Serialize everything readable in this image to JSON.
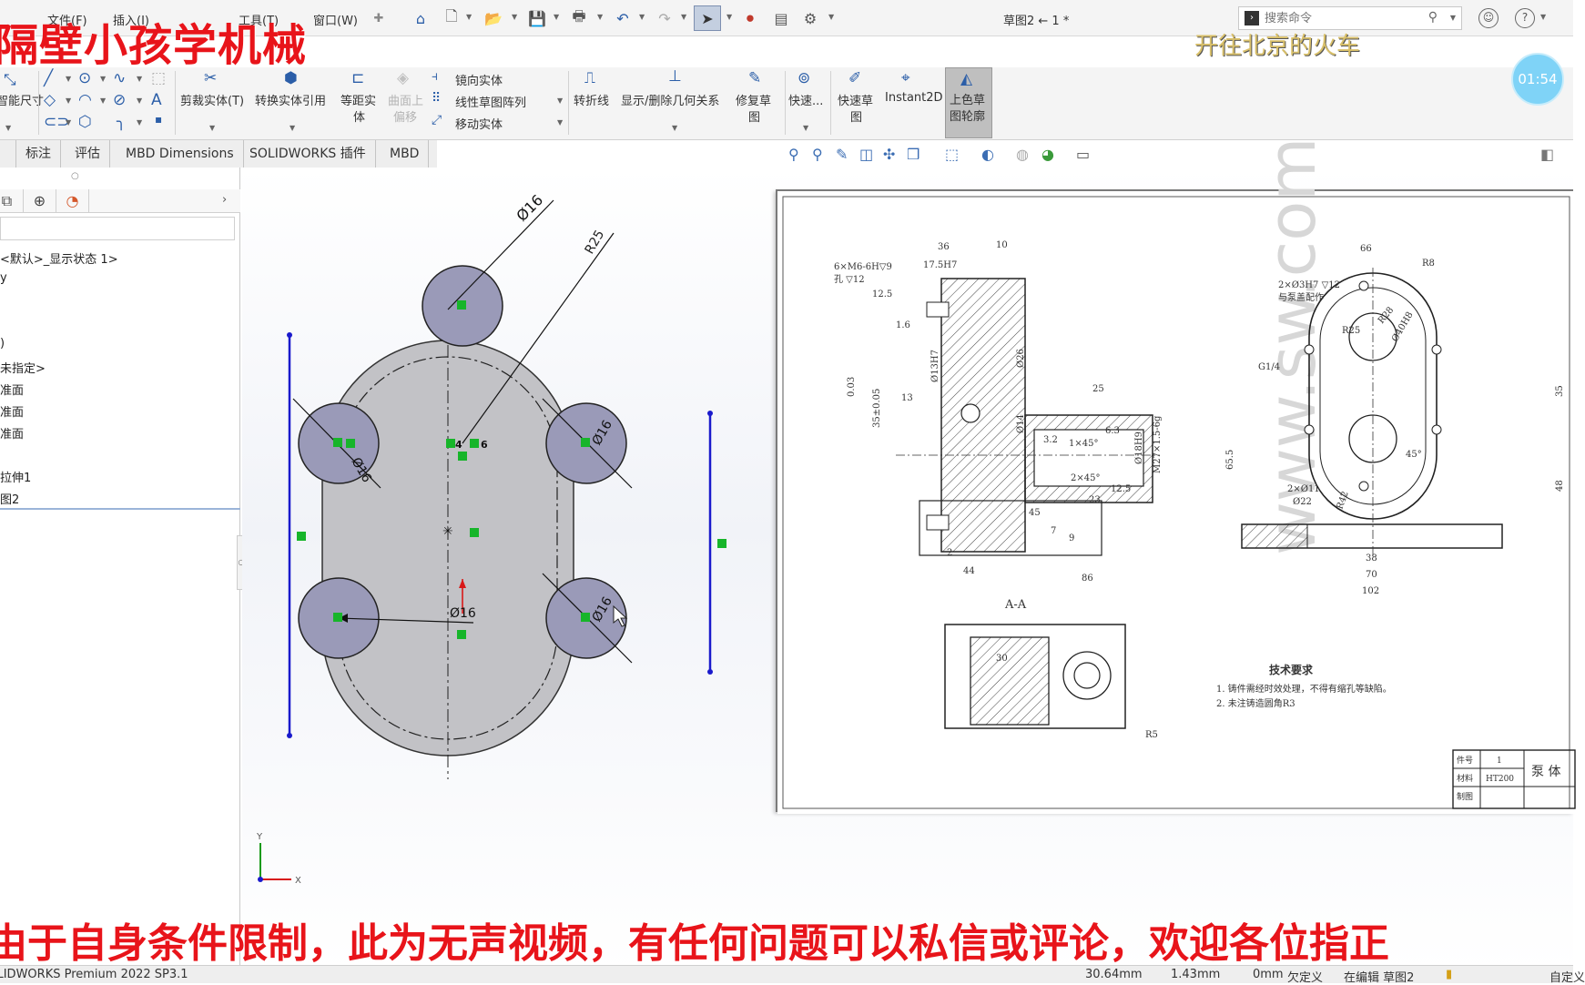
{
  "menubar": {
    "items": [
      "文件(F)",
      "插入(I)",
      "工具(T)",
      "窗口(W)"
    ],
    "document_title": "草图2 ← 1 *",
    "search_placeholder": "搜索命令"
  },
  "overlay": {
    "brand": "隔壁小孩学机械",
    "train_caption": "开往北京的火车",
    "timer": "01:54",
    "bottom_caption": "由于自身条件限制，此为无声视频，有任何问题可以私信或评论，欢迎各位指正"
  },
  "ribbon": {
    "smart_dimension": "智能尺寸",
    "trim_entities": "剪裁实体(T)",
    "convert_entities": "转换实体引用",
    "offset_entities_l1": "等距实",
    "offset_entities_l2": "体",
    "offset_on_surface_l1": "曲面上",
    "offset_on_surface_l2": "偏移",
    "mirror_entities": "镜向实体",
    "linear_pattern": "线性草图阵列",
    "move_entities": "移动实体",
    "jog_line": "转折线",
    "display_relations": "显示/删除几何关系",
    "repair_sketch_l1": "修复草",
    "repair_sketch_l2": "图",
    "quick_snaps": "快速...",
    "rapid_sketch_l1": "快速草",
    "rapid_sketch_l2": "图",
    "instant2d": "Instant2D",
    "shaded_contours_l1": "上色草",
    "shaded_contours_l2": "图轮廓"
  },
  "tabs": [
    "标注",
    "评估",
    "MBD Dimensions",
    "SOLIDWORKS 插件",
    "MBD"
  ],
  "feature_tree": {
    "config": "<默认>_显示状态 1>",
    "history": "y",
    "sensors": ")",
    "material": "未指定>",
    "front_plane": "准面",
    "top_plane": "准面",
    "right_plane": "准面",
    "extrude": "拉伸1",
    "sketch": "图2"
  },
  "sketch_dims": {
    "d_top": "Ø16",
    "r_outer": "R25",
    "d_left": "Ø16",
    "d_right": "Ø16",
    "d_bottom_right": "Ø16",
    "d_center": "Ø16",
    "constraint_6": "6",
    "constraint_4": "4",
    "axis_x": "X",
    "axis_y": "Y"
  },
  "drawing": {
    "section_label": "A-A",
    "tech_req_title": "技术要求",
    "tech_req_1": "1. 铸件需经时效处理，不得有缩孔等缺陷。",
    "tech_req_2": "2. 未注铸造圆角R3",
    "title_part": "泵 体",
    "title_material_label": "材料",
    "title_material": "HT200",
    "title_qty_label": "件号",
    "title_qty": "1",
    "title_draw_label": "制图",
    "note_thread": "6×M6-6H▽9",
    "note_hole": "孔 ▽12",
    "note_pin": "2×Ø3H7 ▽12",
    "note_pin2": "与泵盖配作",
    "note_g14": "G1/4",
    "note_2x11": "2×Ø11",
    "note_22": "Ø22",
    "dims": [
      "36",
      "10",
      "17.5H7",
      "12.5",
      "1.6",
      "Ø13H7",
      "35±0.05",
      "13",
      "0.03",
      "Ø26",
      "25",
      "Ø18H9",
      "M27×1.5-6g",
      "1×45°",
      "6.3",
      "3.2",
      "2×45°",
      "45",
      "23",
      "12.5",
      "2",
      "44",
      "86",
      "9",
      "7",
      "Ø14",
      "66",
      "R8",
      "R28",
      "Ø40H8",
      "R25",
      "35",
      "65.5",
      "48",
      "R42",
      "38",
      "70",
      "102",
      "45°",
      "30",
      "R5"
    ]
  },
  "status": {
    "product": "SOLIDWORKS Premium 2022 SP3.1",
    "x": "30.64mm",
    "y": "1.43mm",
    "z": "0mm",
    "state": "欠定义",
    "editing": "在编辑 草图2",
    "units": "自定义"
  }
}
